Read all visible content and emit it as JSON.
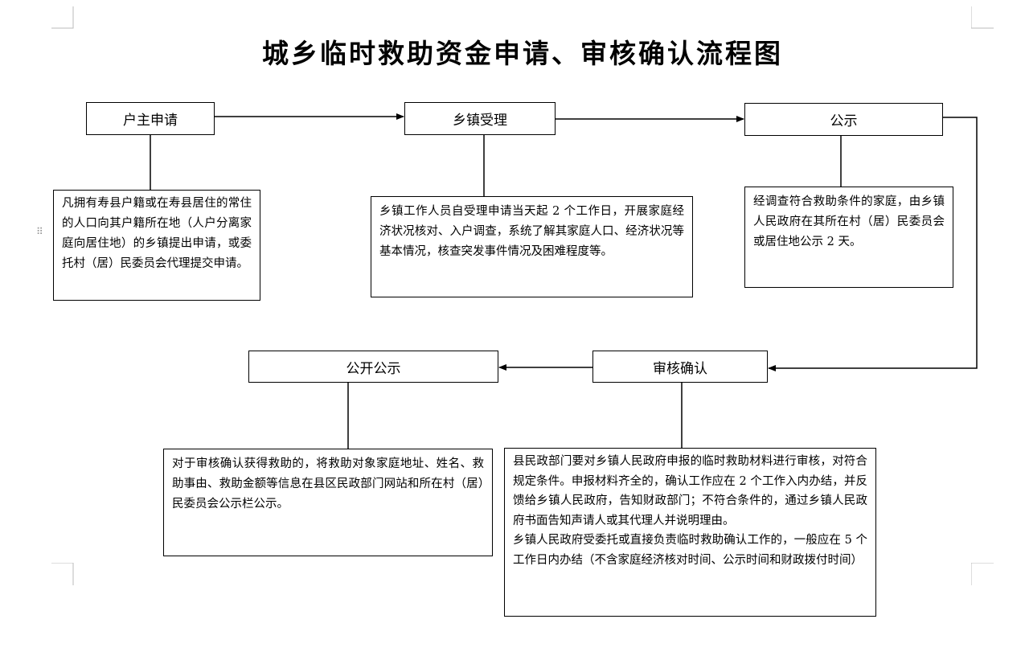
{
  "title": "城乡临时救助资金申请、审核确认流程图",
  "nodes": {
    "apply": "户主申请",
    "accept": "乡镇受理",
    "publicize": "公示",
    "review": "审核确认",
    "public_disclosure": "公开公示"
  },
  "notes": {
    "apply": "凡拥有寿县户籍或在寿县居住的常住的人口向其户籍所在地（人户分离家庭向居住地）的乡镇提出申请，或委托村（居）民委员会代理提交申请。",
    "accept": "乡镇工作人员自受理申请当天起 2 个工作日，开展家庭经济状况核对、入户调查，系统了解其家庭人口、经济状况等基本情况，核查突发事件情况及困难程度等。",
    "publicize": "经调查符合救助条件的家庭，由乡镇人民政府在其所在村（居）民委员会或居住地公示 2 天。",
    "public_disclosure": "对于审核确认获得救助的，将救助对象家庭地址、姓名、救助事由、救助金额等信息在县区民政部门网站和所在村（居）民委员会公示栏公示。",
    "review_1": "县民政部门要对乡镇人民政府申报的临时救助材料进行审核，对符合规定条件。申报材料齐全的，确认工作应在 2 个工作入内办结，并反馈给乡镇人民政府，告知财政部门；不符合条件的，通过乡镇人民政府书面告知声请人或其代理人并说明理由。",
    "review_2": "乡镇人民政府受委托或直接负责临时救助确认工作的，一般应在 5 个工作日内办结（不含家庭经济核对时间、公示时间和财政拨付时间）"
  }
}
